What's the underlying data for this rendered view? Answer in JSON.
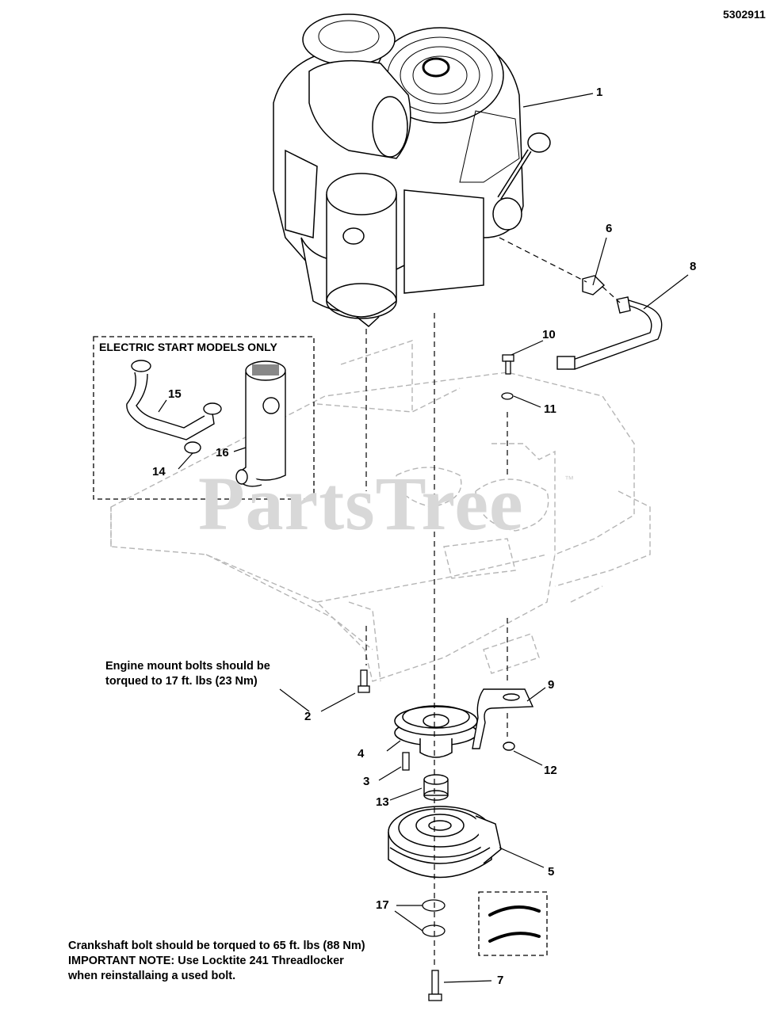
{
  "document": {
    "number": "5302911"
  },
  "watermark": {
    "text": "PartsTree",
    "trademark": "™"
  },
  "electric_start_box": {
    "title": "ELECTRIC START MODELS ONLY"
  },
  "notes": {
    "engine_mount_line1": "Engine mount bolts should be",
    "engine_mount_line2": "torqued to 17 ft. lbs (23 Nm)",
    "crankshaft_line1": "Crankshaft bolt should be torqued to 65 ft. lbs (88 Nm)",
    "crankshaft_line2": "IMPORTANT NOTE:  Use Locktite 241 Threadlocker",
    "crankshaft_line3": "when reinstallaing a used bolt."
  },
  "callouts": [
    "1",
    "2",
    "3",
    "4",
    "5",
    "6",
    "7",
    "8",
    "9",
    "10",
    "11",
    "12",
    "13",
    "14",
    "15",
    "16",
    "17"
  ],
  "colors": {
    "line": "#000000",
    "phantom": "#b5b5b5",
    "watermark": "#d8d8d8"
  }
}
